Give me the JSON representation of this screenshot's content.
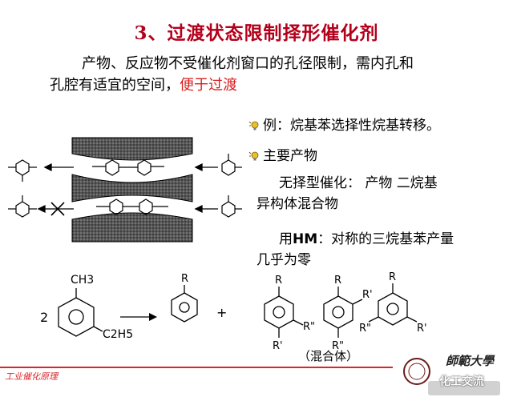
{
  "title": "3、过渡状态限制择形催化剂",
  "intro": {
    "line1": "产物、反应物不受催化剂窗口的孔径限制，需内孔和",
    "line2_plain": "孔腔有适宜的空间，",
    "line2_highlight": "便于过渡"
  },
  "bullets": [
    {
      "icon": "lightbulb-icon",
      "text": "例：烷基苯选择性烷基转移。"
    },
    {
      "icon": "lightbulb-icon",
      "text": "主要产物"
    }
  ],
  "para1": {
    "line1": "无择型催化： 产物 二烷基",
    "line2": "异构体混合物"
  },
  "para2": {
    "prefix": "用",
    "bold": "HM",
    "line1_rest": "：对称的三烷基苯产量",
    "line2": "几乎为零"
  },
  "reaction": {
    "coef": "2",
    "substituent_top": "CH3",
    "substituent_bottom": "C2H5",
    "plus": "+",
    "R": "R",
    "R1": "R'",
    "R2": "R\"",
    "mix_label": "（混合体）"
  },
  "footer": {
    "course": "工业催化原理"
  },
  "watermark": {
    "text": "化工交流",
    "university": "師範大學"
  },
  "colors": {
    "title": "#b3001b",
    "highlight": "#d81e1e",
    "footer": "#d8262b"
  }
}
